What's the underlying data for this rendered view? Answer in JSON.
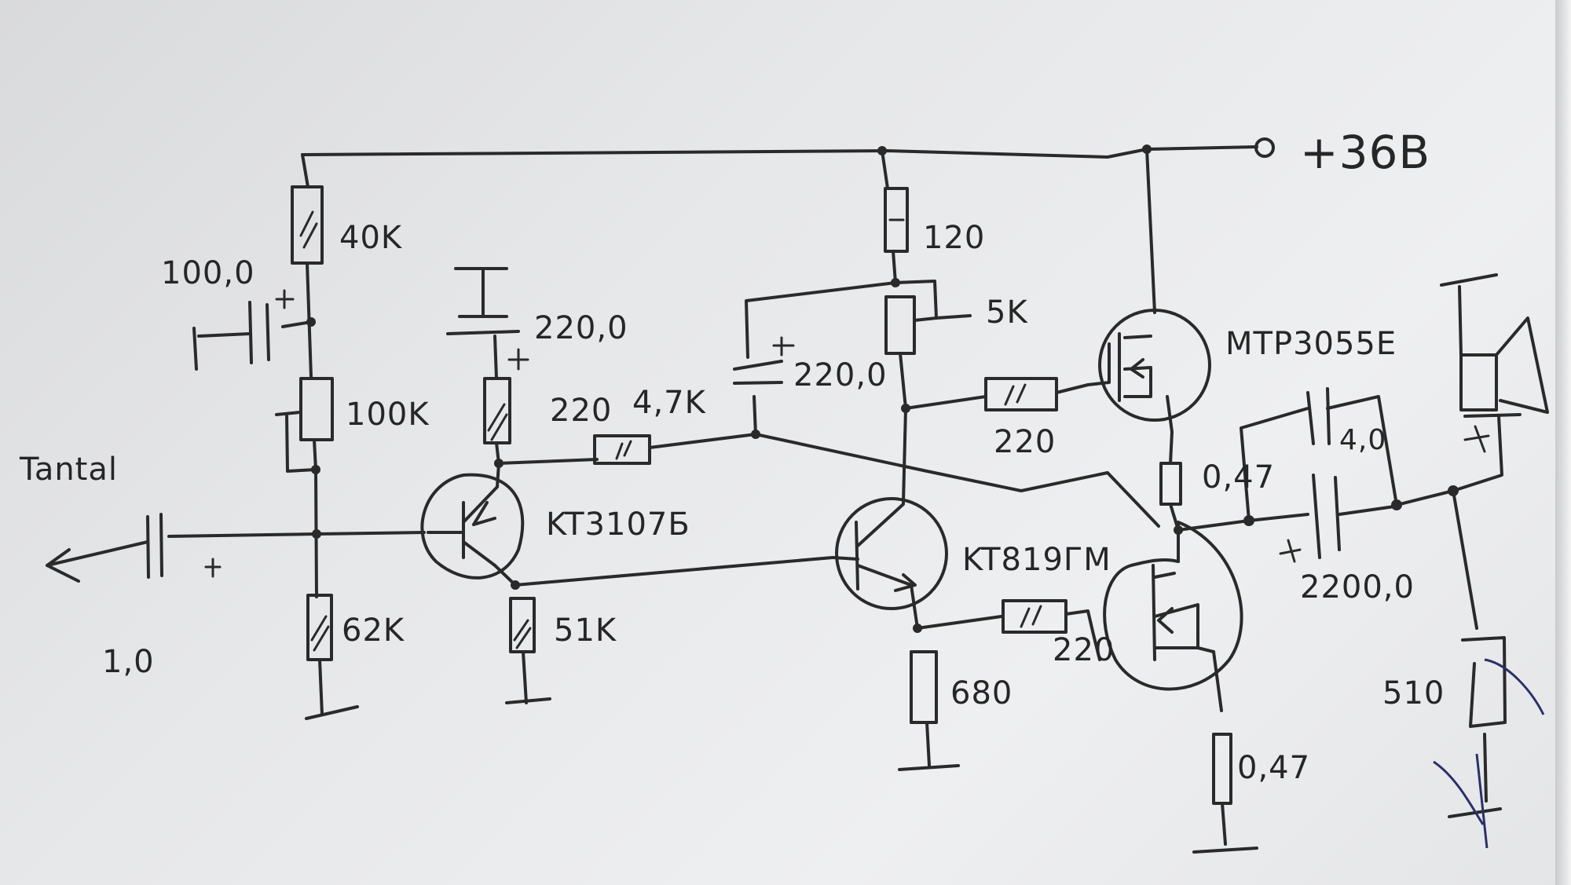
{
  "schematic": {
    "title": "Audio power amplifier (hand-drawn)",
    "supply": {
      "label": "+36B"
    },
    "input": {
      "note": "Tantal",
      "cap_value": "1,0"
    },
    "bias_chain": {
      "r_top": "40K",
      "r_mid": "100K",
      "r_bottom": "62K",
      "decoupling_cap": "100,0"
    },
    "stage1": {
      "transistor": "KT3107Б",
      "collector_cap": "220,0",
      "collector_res": "220",
      "emitter_res": "51K",
      "feedback_res": "4,7K"
    },
    "stage2": {
      "transistor": "KT819ГМ",
      "bootstrap_cap": "220,0",
      "collector_res_top": "120",
      "bias_pot": "5K",
      "emitter_res": "680"
    },
    "output": {
      "upper_mosfet": "MTP3055E",
      "upper_gate_res": "220",
      "lower_gate_res": "220",
      "upper_source_res": "0,47",
      "lower_source_res": "0,47",
      "output_cap": "2200,0",
      "bypass_cap": "4,0",
      "load_res": "510"
    }
  }
}
